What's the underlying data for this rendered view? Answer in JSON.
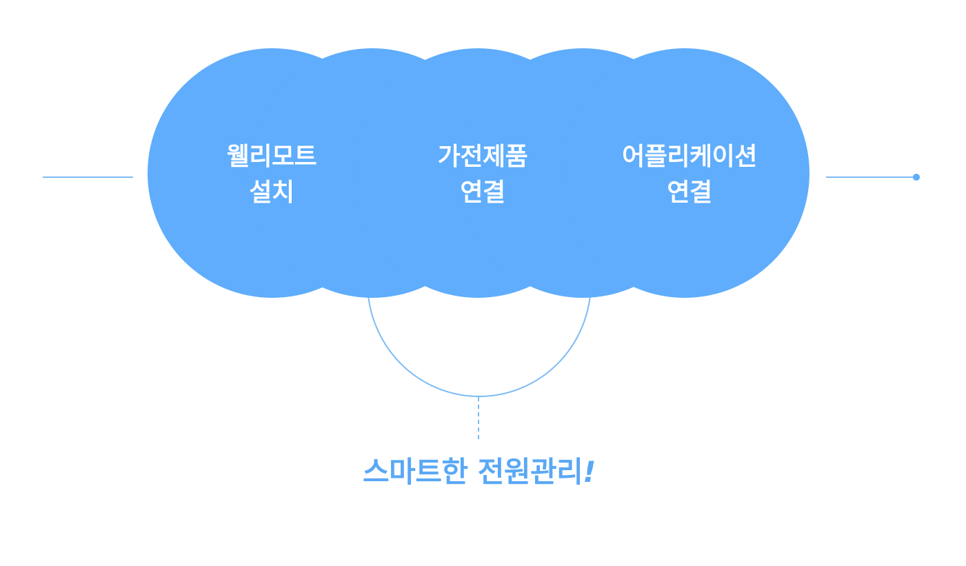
{
  "colors": {
    "cloud_fill": "#5fadfc",
    "line": "#7dbbf3",
    "title_text": "#5aa8f5",
    "label_text": "#ffffff"
  },
  "steps": [
    {
      "line1": "웰리모트",
      "line2": "설치"
    },
    {
      "line1": "가전제품",
      "line2": "연결"
    },
    {
      "line1": "어플리케이션",
      "line2": "연결"
    }
  ],
  "result": {
    "title": "스마트한 전원관리",
    "exclamation": "!"
  }
}
